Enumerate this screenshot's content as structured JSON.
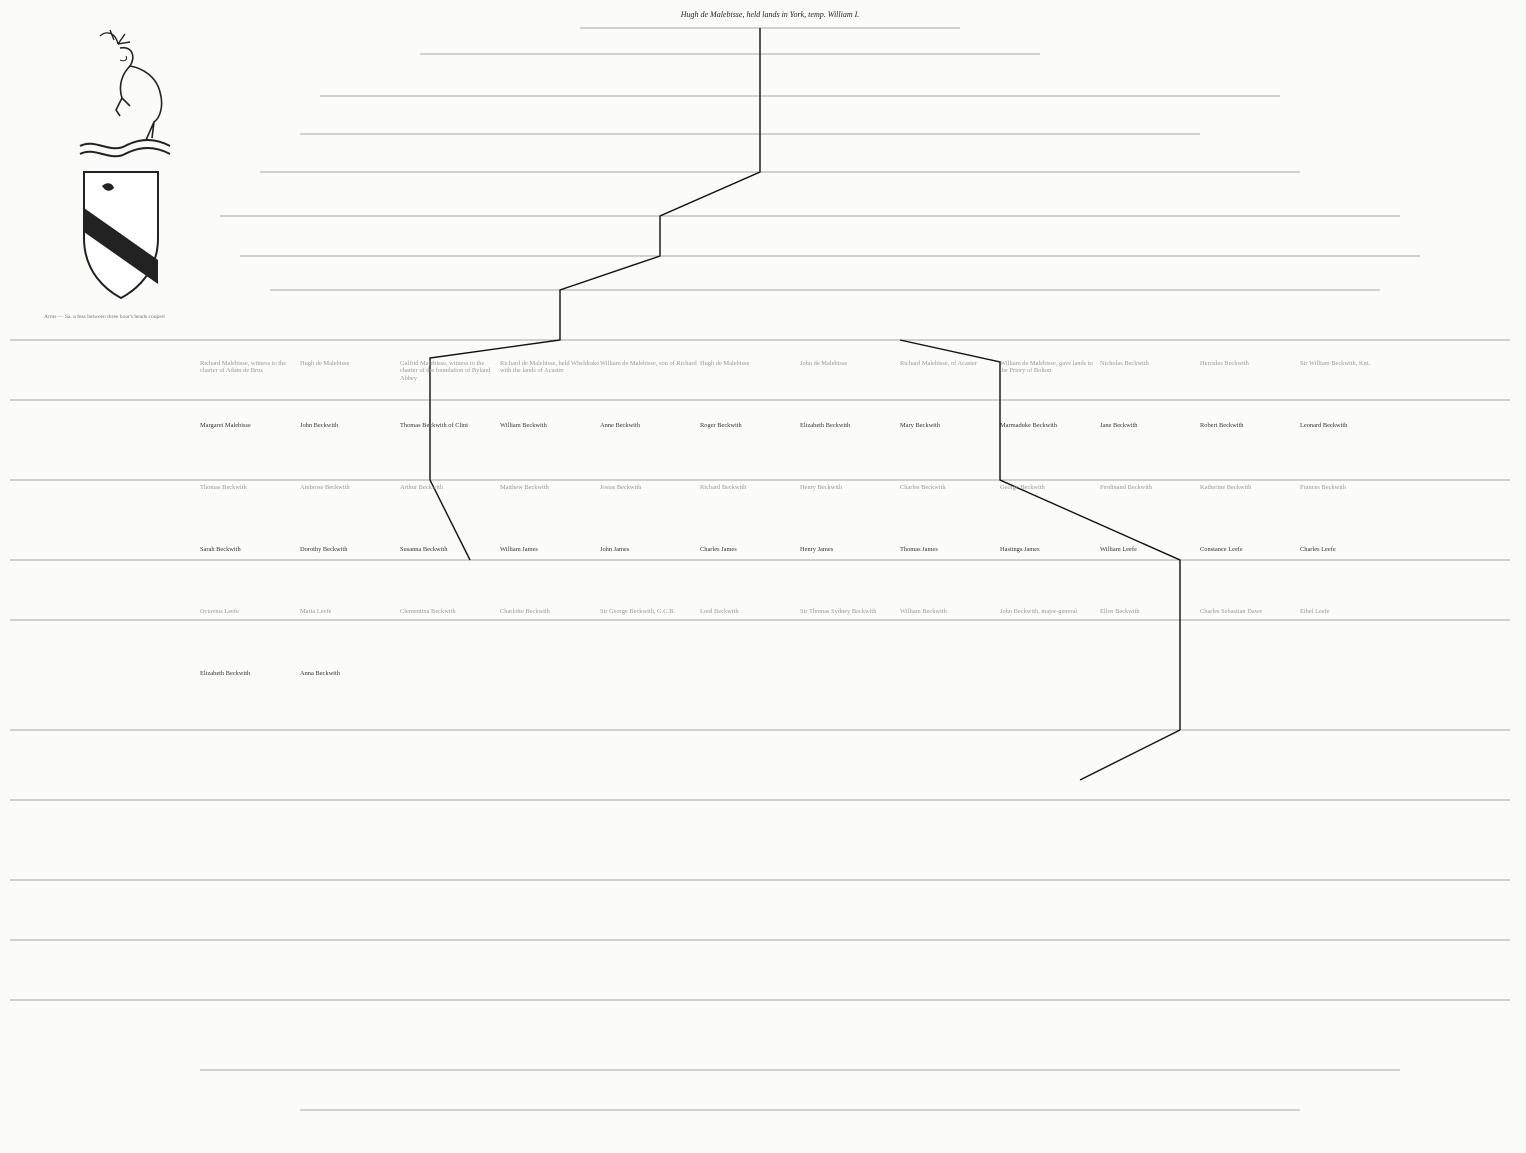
{
  "pedigree": {
    "title": "Hugh de Malebisse, held lands in York, temp. William I.",
    "arms_caption": "Arms — Sa. a fess between three boar's heads couped",
    "entries": [
      {
        "text": "Richard Malebisse, witness to the charter of Adam de Brus"
      },
      {
        "text": "Hugh de Malebisse"
      },
      {
        "text": "Galfrid Malebisse, witness to the charter of the foundation of Byland Abbey"
      },
      {
        "text": "Richard de Malebisse, held Wheldrake with the lands of Acaster"
      },
      {
        "text": "William de Malebisse, son of Richard"
      },
      {
        "text": "Hugh de Malebisse"
      },
      {
        "text": "John de Malebisse"
      },
      {
        "text": "Richard Malebisse, of Acaster"
      },
      {
        "text": "William de Malebisse, gave lands to the Priory of Bolton"
      },
      {
        "text": "Nicholas Beckwith"
      },
      {
        "text": "Hercules Beckwith"
      },
      {
        "text": "Sir William Beckwith, Knt."
      },
      {
        "text": "Margaret Malebisse"
      },
      {
        "text": "John Beckwith"
      },
      {
        "text": "Thomas Beckwith of Clint"
      },
      {
        "text": "William Beckwith"
      },
      {
        "text": "Anne Beckwith"
      },
      {
        "text": "Roger Beckwith"
      },
      {
        "text": "Elizabeth Beckwith"
      },
      {
        "text": "Mary Beckwith"
      },
      {
        "text": "Marmaduke Beckwith"
      },
      {
        "text": "Jane Beckwith"
      },
      {
        "text": "Robert Beckwith"
      },
      {
        "text": "Leonard Beckwith"
      },
      {
        "text": "Thomas Beckwith"
      },
      {
        "text": "Ambrose Beckwith"
      },
      {
        "text": "Arthur Beckwith"
      },
      {
        "text": "Matthew Beckwith"
      },
      {
        "text": "Josias Beckwith"
      },
      {
        "text": "Richard Beckwith"
      },
      {
        "text": "Henry Beckwith"
      },
      {
        "text": "Charles Beckwith"
      },
      {
        "text": "George Beckwith"
      },
      {
        "text": "Ferdinand Beckwith"
      },
      {
        "text": "Katherine Beckwith"
      },
      {
        "text": "Frances Beckwith"
      },
      {
        "text": "Sarah Beckwith"
      },
      {
        "text": "Dorothy Beckwith"
      },
      {
        "text": "Susanna Beckwith"
      },
      {
        "text": "William James"
      },
      {
        "text": "John James"
      },
      {
        "text": "Charles James"
      },
      {
        "text": "Henry James"
      },
      {
        "text": "Thomas James"
      },
      {
        "text": "Hastings James"
      },
      {
        "text": "William Leefe"
      },
      {
        "text": "Constance Leefe"
      },
      {
        "text": "Charles Leefe"
      },
      {
        "text": "Octavius Leefe"
      },
      {
        "text": "Maria Leefe"
      },
      {
        "text": "Clementina Beckwith"
      },
      {
        "text": "Charlotte Beckwith"
      },
      {
        "text": "Sir George Beckwith, G.C.B."
      },
      {
        "text": "Lord Beckwith"
      },
      {
        "text": "Sir Thomas Sydney Beckwith"
      },
      {
        "text": "William Beckwith"
      },
      {
        "text": "John Beckwith, major-general"
      },
      {
        "text": "Ellen Beckwith"
      },
      {
        "text": "Charles Sebastian Dawe"
      },
      {
        "text": "Ethel Leefe"
      },
      {
        "text": "Elizabeth Beckwith"
      },
      {
        "text": "Anna Beckwith"
      }
    ]
  }
}
